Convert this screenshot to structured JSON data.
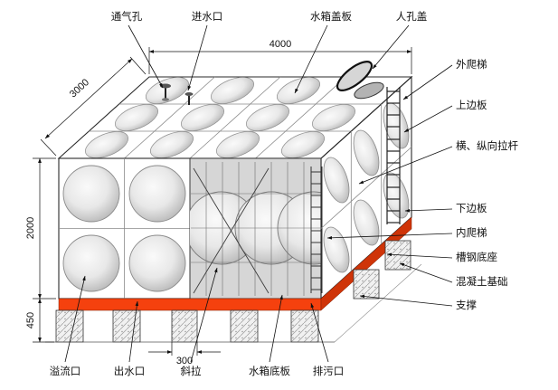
{
  "labels": {
    "vent": "通气孔",
    "inlet": "进水口",
    "tank_cover_plate": "水箱盖板",
    "manhole_cover": "人孔盖",
    "external_ladder": "外爬梯",
    "upper_side_plate": "上边板",
    "tie_rods": "横、纵向拉杆",
    "lower_side_plate": "下边板",
    "internal_ladder": "内爬梯",
    "channel_steel_base": "槽钢底座",
    "concrete_foundation": "混凝土基础",
    "support": "支撑",
    "overflow_port": "溢流口",
    "outlet_port": "出水口",
    "diagonal_brace": "斜拉",
    "tank_bottom_plate": "水箱底板",
    "drain_port": "排污口"
  },
  "dimensions": {
    "width": "4000",
    "depth": "3000",
    "height": "2000",
    "foundation_height": "450",
    "support_width": "300"
  },
  "colors": {
    "base_red": "#f5410e",
    "base_red_dark": "#cf3408",
    "line": "#111111",
    "panel_fill": "#e6e6e6"
  }
}
